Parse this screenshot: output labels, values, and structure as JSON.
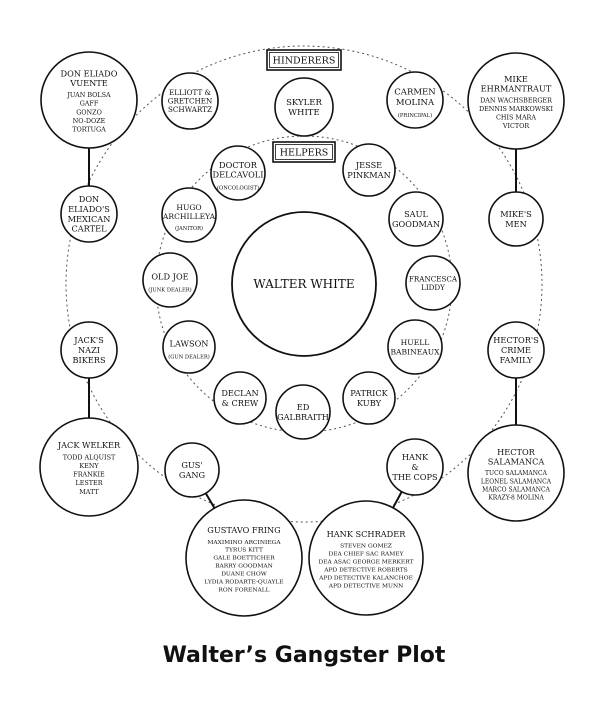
{
  "caption": "Walter’s Gangster Plot",
  "center": {
    "label": "WALTER WHITE"
  },
  "labels": {
    "hinderers": "HINDERERS",
    "helpers": "HELPERS"
  },
  "hinderers": [
    {
      "id": "elliott",
      "lines": [
        "ELLIOTT &",
        "GRETCHEN",
        "SCHWARTZ"
      ]
    },
    {
      "id": "skyler",
      "lines": [
        "SKYLER",
        "WHITE"
      ]
    },
    {
      "id": "carmen",
      "lines": [
        "CARMEN",
        "MOLINA"
      ],
      "sub": [
        "(PRINCIPAL)"
      ]
    }
  ],
  "helpers": [
    {
      "id": "delcavoli",
      "lines": [
        "DOCTOR",
        "DELCAVOLI"
      ],
      "sub": [
        "(ONCOLOGIST)"
      ]
    },
    {
      "id": "jesse",
      "lines": [
        "JESSE",
        "PINKMAN"
      ]
    },
    {
      "id": "hugo",
      "lines": [
        "HUGO",
        "ARCHILLEYA"
      ],
      "sub": [
        "(JANITOR)"
      ]
    },
    {
      "id": "saul",
      "lines": [
        "SAUL",
        "GOODMAN"
      ]
    },
    {
      "id": "oldjoe",
      "lines": [
        "OLD JOE"
      ],
      "sub": [
        "(JUNK DEALER)"
      ]
    },
    {
      "id": "francesca",
      "lines": [
        "FRANCESCA",
        "LIDDY"
      ]
    },
    {
      "id": "lawson",
      "lines": [
        "LAWSON"
      ],
      "sub": [
        "(GUN DEALER)"
      ]
    },
    {
      "id": "huell",
      "lines": [
        "HUELL",
        "BABINEAUX"
      ]
    },
    {
      "id": "declan",
      "lines": [
        "DECLAN",
        "& CREW"
      ]
    },
    {
      "id": "patrick",
      "lines": [
        "PATRICK",
        "KUBY"
      ]
    },
    {
      "id": "ed",
      "lines": [
        "ED",
        "GALBRAITH"
      ]
    }
  ],
  "groups": [
    {
      "id": "cartel",
      "lines": [
        "DON",
        "ELIADO'S",
        "MEXICAN",
        "CARTEL"
      ]
    },
    {
      "id": "mikes",
      "lines": [
        "MIKE'S",
        "MEN"
      ]
    },
    {
      "id": "nazi",
      "lines": [
        "JACK'S",
        "NAZI",
        "BIKERS"
      ]
    },
    {
      "id": "hectors",
      "lines": [
        "HECTOR'S",
        "CRIME",
        "FAMILY"
      ]
    },
    {
      "id": "gus",
      "lines": [
        "GUS'",
        "GANG"
      ]
    },
    {
      "id": "cops",
      "lines": [
        "HANK",
        "&",
        "THE COPS"
      ]
    }
  ],
  "members": [
    {
      "id": "eliado",
      "title": [
        "DON ELIADO",
        "VUENTE"
      ],
      "names": [
        "JUAN BOLSA",
        "GAFF",
        "GONZO",
        "NO-DOZE",
        "TORTUGA"
      ]
    },
    {
      "id": "mike",
      "title": [
        "MIKE",
        "EHRMANTRAUT"
      ],
      "names": [
        "DAN WACHSBERGER",
        "DENNIS MARKOWSKI",
        "CHIS MARA",
        "VICTOR"
      ]
    },
    {
      "id": "jack",
      "title": [
        "JACK WELKER"
      ],
      "names": [
        "TODD ALQUIST",
        "KENY",
        "FRANKIE",
        "LESTER",
        "MATT"
      ]
    },
    {
      "id": "hector",
      "title": [
        "HECTOR",
        "SALAMANCA"
      ],
      "names": [
        "TUCO SALAMANCA",
        "LEONEL SALAMANCA",
        "MARCO SALAMANCA",
        "KRAZY-8 MOLINA"
      ]
    },
    {
      "id": "gustavo",
      "title": [
        "GUSTAVO FRING"
      ],
      "names": [
        "MAXIMINO ARCINIEGA",
        "TYRUS KITT",
        "GALE BOETTICHER",
        "BARRY GOODMAN",
        "DUANE CHOW",
        "LYDIA RODARTE-QUAYLE",
        "RON FORENALL"
      ]
    },
    {
      "id": "hank",
      "title": [
        "HANK SCHRADER"
      ],
      "names": [
        "STEVEN GOMEZ",
        "DEA CHIEF SAC RAMEY",
        "DEA ASAC GEORGE MERKERT",
        "APD DETECTIVE ROBERTS",
        "APD DETECTIVE KALANCHOE",
        "APD DETECTIVE MUNN"
      ]
    }
  ]
}
